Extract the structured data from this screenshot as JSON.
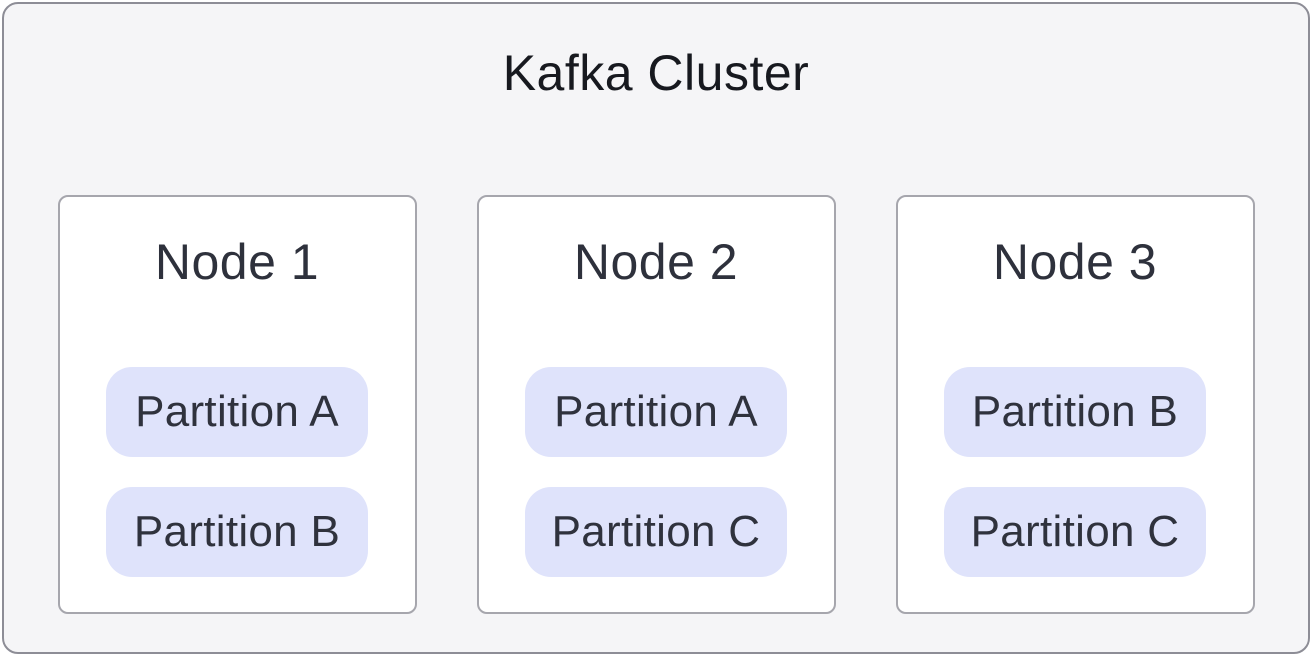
{
  "diagram": {
    "title": "Kafka Cluster",
    "nodes": [
      {
        "label": "Node 1",
        "partitions": [
          "Partition A",
          "Partition B"
        ]
      },
      {
        "label": "Node 2",
        "partitions": [
          "Partition A",
          "Partition C"
        ]
      },
      {
        "label": "Node 3",
        "partitions": [
          "Partition B",
          "Partition C"
        ]
      }
    ],
    "colors": {
      "canvas_bg": "#f5f5f7",
      "outer_border": "#8d8d96",
      "card_bg": "#ffffff",
      "card_border": "#a6a6ad",
      "partition_bg": "#dfe3fb",
      "title_text": "#17191f",
      "node_text": "#2e313c",
      "partition_text": "#2f323d"
    }
  }
}
